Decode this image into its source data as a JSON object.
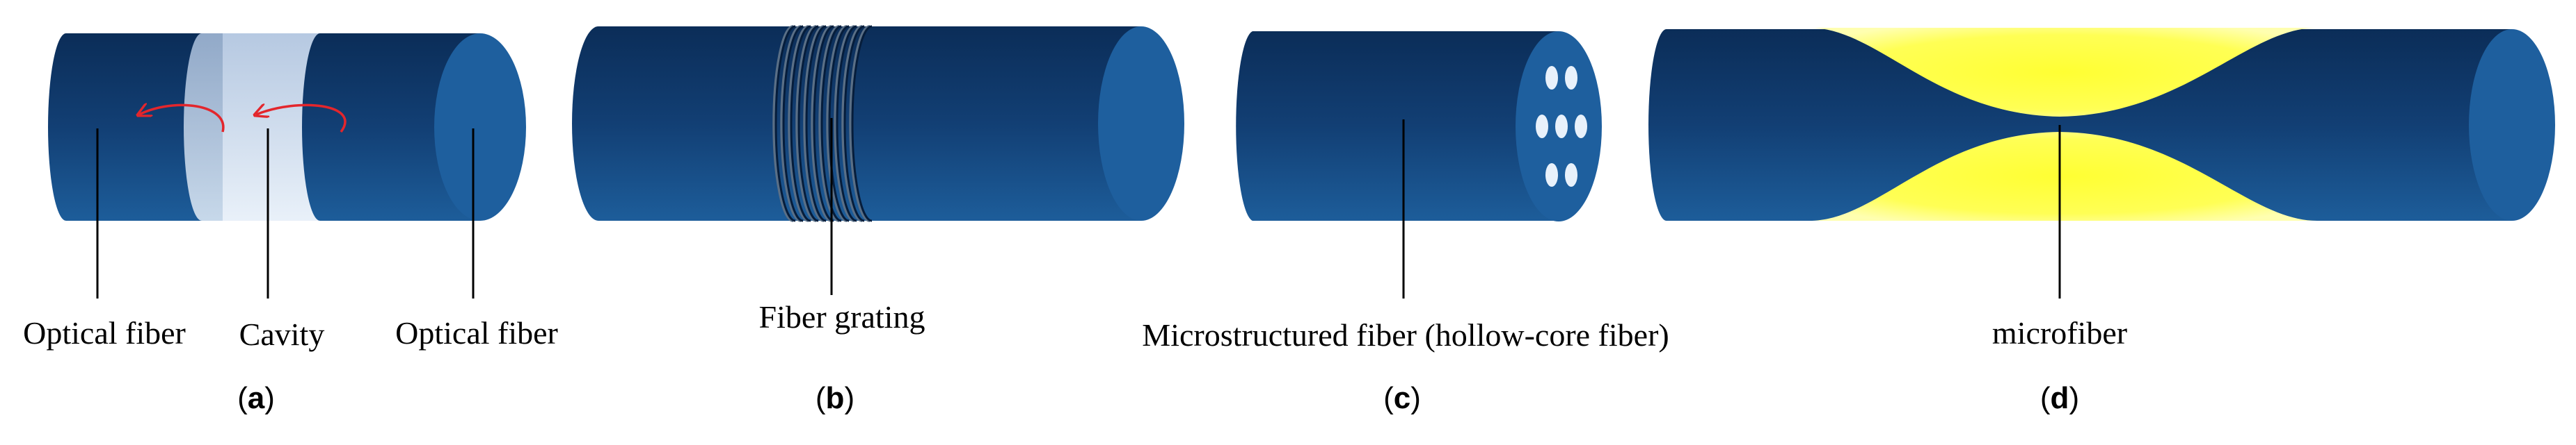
{
  "panels": {
    "a": {
      "label_open": "(",
      "letter": "a",
      "label_close": ")",
      "left_fiber_label": "Optical fiber",
      "cavity_label": "Cavity",
      "right_fiber_label": "Optical fiber"
    },
    "b": {
      "label_open": "(",
      "letter": "b",
      "label_close": ")",
      "grating_label": "Fiber grating"
    },
    "c": {
      "label_open": "(",
      "letter": "c",
      "label_close": ")",
      "fiber_label": "Microstructured fiber (hollow-core fiber)"
    },
    "d": {
      "label_open": "(",
      "letter": "d",
      "label_close": ")",
      "fiber_label": "microfiber"
    }
  },
  "colors": {
    "fiber_dark": "#0a2c57",
    "fiber_mid": "#1b5d9b",
    "end_face": "#1e5f9e",
    "cavity": "#c8d7ea",
    "arrow": "#e3262c",
    "grating_line": "#5a6f86",
    "microfiber_glow": "#ffff33",
    "hole": "#e8f1fb"
  }
}
